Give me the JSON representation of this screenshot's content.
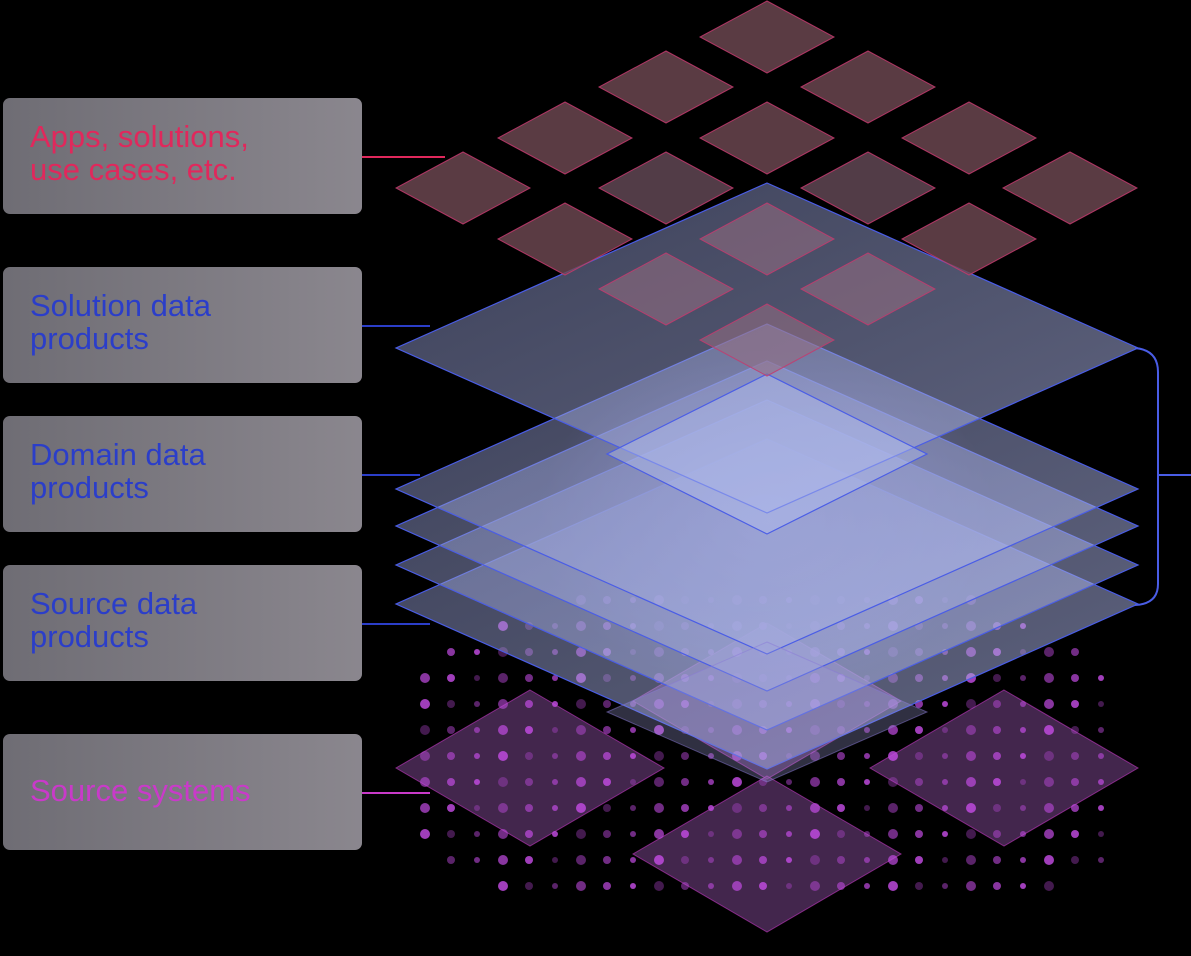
{
  "colors": {
    "background": "#000000",
    "apps": "#e0285c",
    "data_products": "#2b3ec9",
    "source_systems": "#c93ac9",
    "layer_stroke": "#4a5de6",
    "tile_stroke": "#c43a6e",
    "bracket": "#4a5de6"
  },
  "labels": {
    "apps": {
      "line1": "Apps, solutions,",
      "line2": "use cases, etc."
    },
    "solution": {
      "line1": "Solution data",
      "line2": "products"
    },
    "domain": {
      "line1": "Domain data",
      "line2": "products"
    },
    "source_dp": {
      "line1": "Source data",
      "line2": "products"
    },
    "systems": {
      "line1": "Source systems"
    }
  }
}
